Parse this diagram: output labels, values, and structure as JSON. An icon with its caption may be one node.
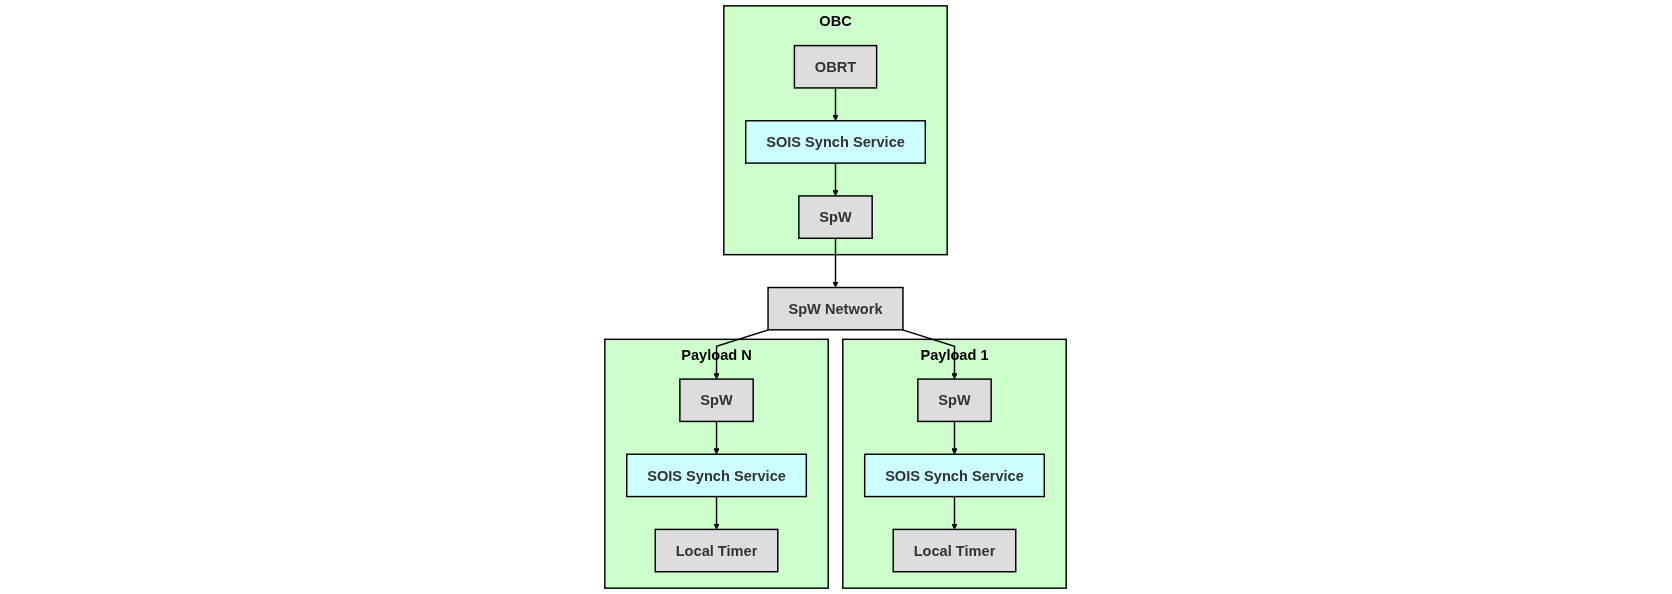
{
  "diagram": {
    "nodes": [
      {
        "text": [
          "OBC"
        ]
      },
      {
        "text": [
          "SOIS Synch Service"
        ],
        "in": 0
      },
      {
        "text": [
          "OBRT"
        ],
        "in": 0
      },
      {
        "text": [
          "SpW"
        ],
        "in": 0
      },
      {
        "text": [
          "Payload 1"
        ]
      },
      {
        "text": [
          "SOIS Synch Service"
        ],
        "in": 4
      },
      {
        "text": [
          "SpW"
        ],
        "in": 4
      },
      {
        "text": [
          "Local Timer"
        ],
        "in": 4
      },
      {
        "text": [
          "Payload N"
        ]
      },
      {
        "text": [
          "SOIS Synch Service"
        ],
        "in": 8
      },
      {
        "text": [
          "SpW"
        ],
        "in": 8
      },
      {
        "text": [
          "Local Timer"
        ],
        "in": 8
      },
      {
        "text": [
          "SpW Network"
        ]
      }
    ],
    "edges": [
      {
        "from": 2,
        "to": 1,
        "arrow": "to"
      },
      {
        "from": 1,
        "to": 3,
        "arrow": "to"
      },
      {
        "from": 3,
        "to": 12,
        "arrow": "to"
      },
      {
        "from": 6,
        "to": 5,
        "arrow": "to"
      },
      {
        "from": 5,
        "to": 7,
        "arrow": "to"
      },
      {
        "from": 12,
        "to": 6,
        "arrow": "to"
      },
      {
        "from": 10,
        "to": 9,
        "arrow": "to"
      },
      {
        "from": 9,
        "to": 11,
        "arrow": "to"
      },
      {
        "from": 12,
        "to": 10,
        "arrow": "to"
      }
    ]
  }
}
